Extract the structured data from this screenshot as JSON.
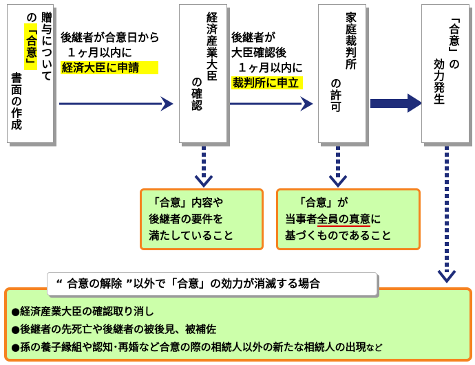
{
  "box1": {
    "line1": "贈与について",
    "line2_pre": "の",
    "line2_hl": "「合意」",
    "line3": "書面の作成"
  },
  "box2": {
    "col1": "経済産業大臣",
    "col2": "の確認"
  },
  "box3": {
    "col1": "家庭裁判所",
    "col2": "の許可"
  },
  "box4": {
    "col1": "「合意」の",
    "col2": "効力発生"
  },
  "arrow1": {
    "line1": "後継者が合意日から",
    "line2": "１ヶ月以内に",
    "line3": "経済大臣に申請"
  },
  "arrow2": {
    "line1": "後継者が",
    "line2": "大臣確認後",
    "line3": "１ヶ月以内に",
    "line4": "裁判所に申立"
  },
  "req1": {
    "line1": "「合意」内容や",
    "line2": "後継者の要件を",
    "line3": "満たしていること"
  },
  "req2": {
    "line1": "「合意」が",
    "line2_pre": "当事者",
    "line2_ul": "全員の真意",
    "line2_post": "に",
    "line3": "基づくものであること"
  },
  "cancel": {
    "title": "“ 合意の解除 ”以外で「合意」の効力が消滅する場合",
    "bullet": "●",
    "items": [
      "経済産業大臣の確認取り消し",
      "後継者の先死亡や後継者の被後見、被補佐",
      "孫の養子縁組や認知･再婚など合意の際の相続人以外の新たな相続人の出現"
    ],
    "suffix": "など"
  },
  "colors": {
    "arrow": "#1f2d7a",
    "box_fill": "#ccffaa",
    "box_border": "#f5821f",
    "highlight": "#ffff00",
    "underline": "#e00000"
  }
}
